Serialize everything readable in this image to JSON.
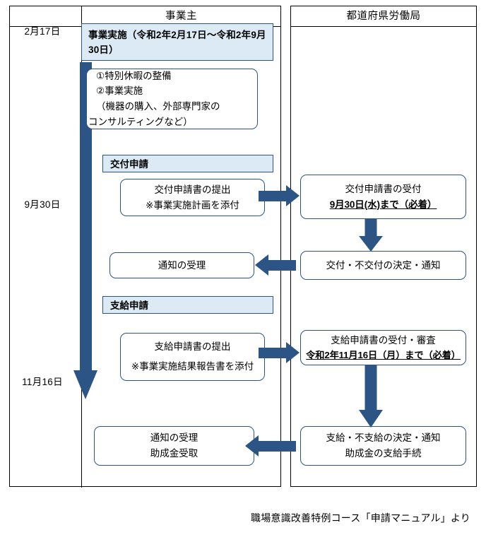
{
  "columns": {
    "date_header": "",
    "employer_header": "事業主",
    "bureau_header": "都道府県労働局"
  },
  "dates": [
    {
      "label": "2月17日"
    },
    {
      "label": "9月30日"
    },
    {
      "label": "11月16日"
    }
  ],
  "employer": {
    "banner_jigyou": "事業実施（令和2年2月17日～令和2年9月30日）",
    "tasks_line1": "①特別休暇の整備",
    "tasks_line2": "②事業実施",
    "tasks_line3": "（機器の購入、外部専門家の",
    "tasks_line4": "コンサルティングなど）",
    "banner_koufu": "交付申請",
    "koufu_submit_line1": "交付申請書の提出",
    "koufu_submit_line2": "※事業実施計画を添付",
    "tsuchi_1": "通知の受理",
    "banner_shikyu": "支給申請",
    "shikyu_submit_line1": "支給申請書の提出",
    "shikyu_submit_line2": "※事業実施結果報告書を添付",
    "tsuchi_2_line1": "通知の受理",
    "tsuchi_2_line2": "助成金受取"
  },
  "bureau": {
    "uketsuke_line1": "交付申請書の受付",
    "uketsuke_line2": "9月30日(水)まで（必着）",
    "kettei_1": "交付・不交付の決定・通知",
    "shinsa_line1": "支給申請書の受付・審査",
    "shinsa_line2": "令和2年11月16日（月）まで（必着）",
    "kettei_2_line1": "支給・不支給の決定・通知",
    "kettei_2_line2": "助成金の支給手続"
  },
  "footer": {
    "note": "職場意識改善特例コース「申請マニュアル」より"
  },
  "colors": {
    "accent": "#2c5585",
    "banner_fill": "#dbeaf4",
    "frame": "#000000"
  },
  "icons": {
    "long_down_arrow": "down-arrow-icon",
    "right_arrow": "right-arrow-icon",
    "left_arrow": "left-arrow-icon",
    "down_arrow": "down-arrow-icon"
  }
}
